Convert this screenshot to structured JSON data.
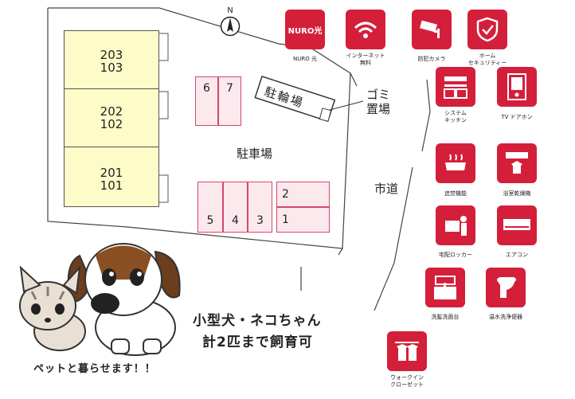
{
  "map": {
    "north_label": "N",
    "units": [
      {
        "top": "203",
        "bottom": "103"
      },
      {
        "top": "202",
        "bottom": "102"
      },
      {
        "top": "201",
        "bottom": "101"
      }
    ],
    "parking_area_label": "駐車場",
    "bike_parking_label": "駐輪場",
    "garbage_label_line1": "ゴミ",
    "garbage_label_line2": "置場",
    "road_label": "市道",
    "parking_spaces": [
      "6",
      "7",
      "5",
      "4",
      "3",
      "2",
      "1"
    ]
  },
  "amenities": [
    {
      "label": "NURO 光",
      "icon": "nuro-logo-icon",
      "badge_text": "NURO光"
    },
    {
      "label_line1": "インターネット",
      "label_line2": "無料",
      "icon": "wifi-icon"
    },
    {
      "label": "防犯カメラ",
      "icon": "security-camera-icon"
    },
    {
      "label_line1": "ホーム",
      "label_line2": "セキュリティー",
      "icon": "shield-check-icon"
    },
    {
      "label_line1": "システム",
      "label_line2": "キッチン",
      "icon": "kitchen-icon"
    },
    {
      "label": "TV ドアホン",
      "icon": "intercom-icon"
    },
    {
      "label": "追焚機能",
      "icon": "bathtub-icon"
    },
    {
      "label": "浴室乾燥機",
      "icon": "bathroom-dryer-icon"
    },
    {
      "label": "宅配ロッカー",
      "icon": "delivery-locker-icon"
    },
    {
      "label": "エアコン",
      "icon": "air-conditioner-icon"
    },
    {
      "label": "洗髪洗面台",
      "icon": "washbasin-icon"
    },
    {
      "label": "温水洗浄便器",
      "icon": "toilet-icon"
    },
    {
      "label_line1": "ウォークイン",
      "label_line2": "クローゼット",
      "icon": "walk-in-closet-icon"
    }
  ],
  "pets": {
    "line1": "小型犬・ネコちゃん",
    "line2": "計2匹まで飼育可",
    "caption": "ペットと暮らせます！！"
  },
  "colors": {
    "accent": "#d41f3b",
    "unit_fill": "#fdfbc8",
    "parking_fill": "#fce9ee"
  }
}
